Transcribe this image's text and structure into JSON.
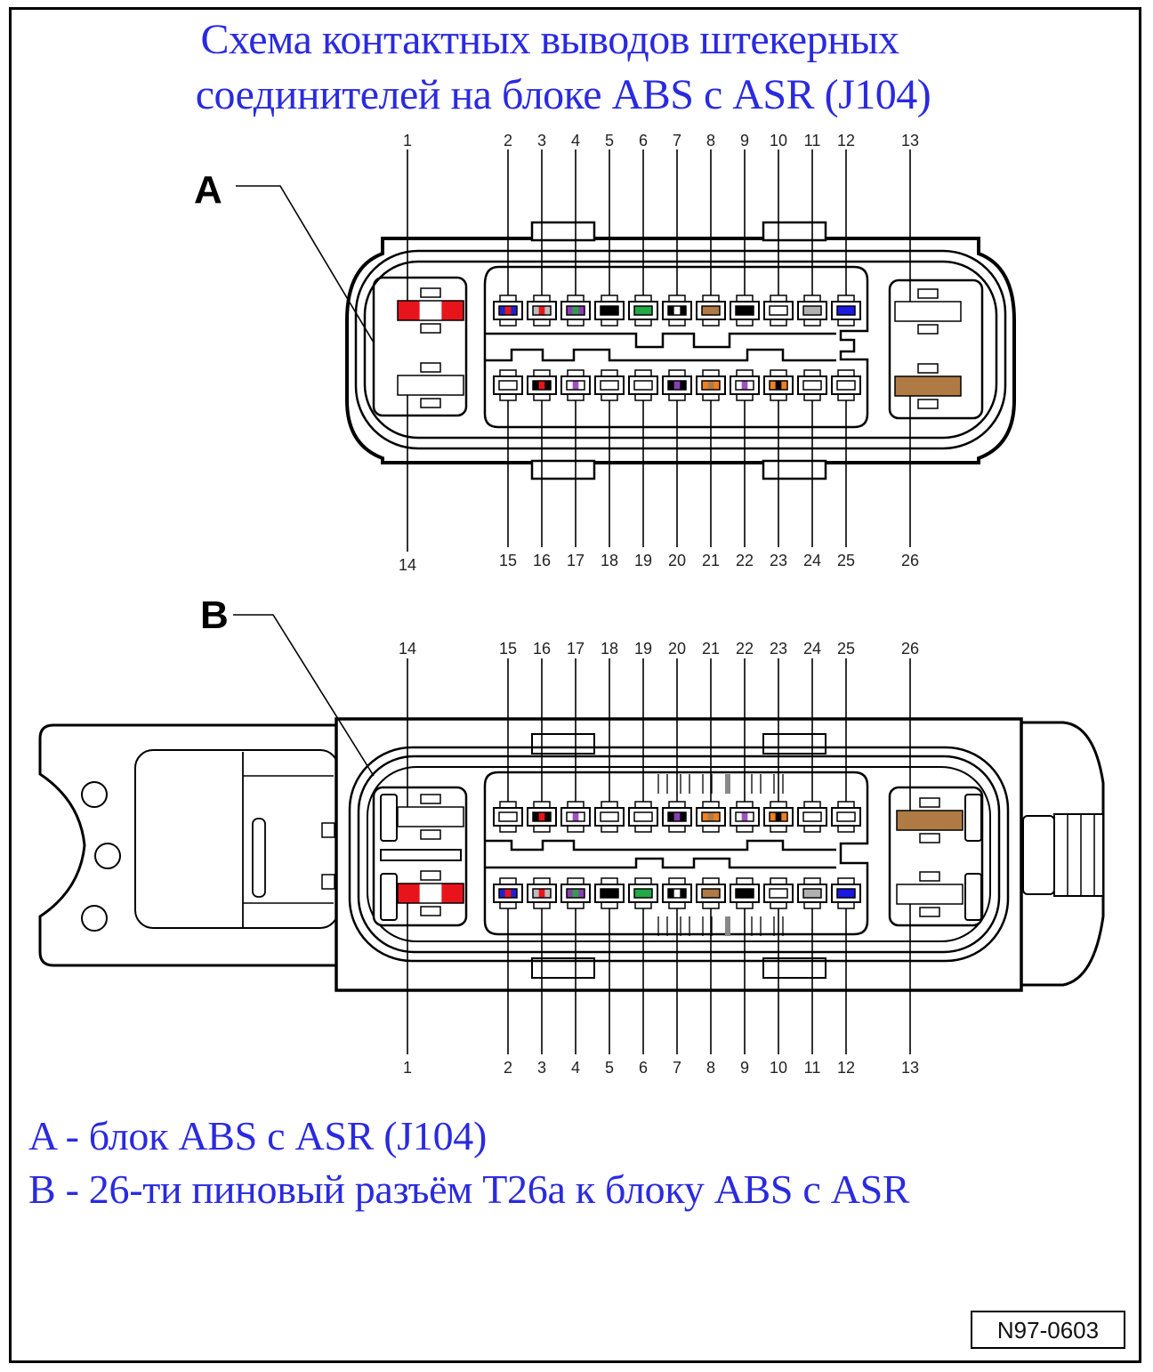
{
  "title": {
    "line1": "Схема контактных выводов штекерных",
    "line2": "соединителей на блоке ABS с ASR (J104)"
  },
  "connector_a": {
    "label": "A",
    "top_pin_labels": [
      "1",
      "2",
      "3",
      "4",
      "5",
      "6",
      "7",
      "8",
      "9",
      "10",
      "11",
      "12",
      "13"
    ],
    "bottom_pin_labels": [
      "14",
      "15",
      "16",
      "17",
      "18",
      "19",
      "20",
      "21",
      "22",
      "23",
      "24",
      "25",
      "26"
    ],
    "pins": {
      "1": {
        "colors": [
          "#e8141c",
          "#ffffff",
          "#e8141c"
        ],
        "type": "large"
      },
      "2": {
        "colors": [
          "#2020d0",
          "#e8141c",
          "#2020d0"
        ]
      },
      "3": {
        "colors": [
          "#bdbdbd",
          "#e8141c",
          "#bdbdbd"
        ]
      },
      "4": {
        "colors": [
          "#8a3fb0",
          "#2ea04a",
          "#8a3fb0"
        ]
      },
      "5": {
        "colors": [
          "#000000"
        ]
      },
      "6": {
        "colors": [
          "#22a844"
        ]
      },
      "7": {
        "colors": [
          "#000000",
          "#ffffff",
          "#000000"
        ]
      },
      "8": {
        "colors": [
          "#b07a45"
        ]
      },
      "9": {
        "colors": [
          "#000000"
        ]
      },
      "10": {
        "colors": [
          "#ffffff"
        ]
      },
      "11": {
        "colors": [
          "#b0b0b0"
        ]
      },
      "12": {
        "colors": [
          "#1a1ae0"
        ]
      },
      "13": {
        "colors": [
          "#ffffff"
        ],
        "type": "large"
      },
      "14": {
        "colors": [
          "#ffffff"
        ],
        "type": "large"
      },
      "15": {
        "colors": [
          "#ffffff"
        ]
      },
      "16": {
        "colors": [
          "#000000",
          "#e8141c",
          "#000000"
        ]
      },
      "17": {
        "colors": [
          "#ffffff",
          "#a050c0",
          "#ffffff"
        ]
      },
      "18": {
        "colors": [
          "#ffffff"
        ]
      },
      "19": {
        "colors": [
          "#ffffff"
        ]
      },
      "20": {
        "colors": [
          "#000000",
          "#8a3fb0",
          "#000000"
        ]
      },
      "21": {
        "colors": [
          "#f08020",
          "#b07a45",
          "#f08020"
        ]
      },
      "22": {
        "colors": [
          "#ffffff",
          "#a050c0",
          "#ffffff"
        ]
      },
      "23": {
        "colors": [
          "#f08020",
          "#000000",
          "#f08020"
        ]
      },
      "24": {
        "colors": [
          "#ffffff"
        ]
      },
      "25": {
        "colors": [
          "#ffffff"
        ]
      },
      "26": {
        "colors": [
          "#b07a45"
        ],
        "type": "large"
      }
    }
  },
  "connector_b": {
    "label": "B",
    "top_pin_labels": [
      "14",
      "15",
      "16",
      "17",
      "18",
      "19",
      "20",
      "21",
      "22",
      "23",
      "24",
      "25",
      "26"
    ],
    "bottom_pin_labels": [
      "1",
      "2",
      "3",
      "4",
      "5",
      "6",
      "7",
      "8",
      "9",
      "10",
      "11",
      "12",
      "13"
    ]
  },
  "legend": {
    "a": "A - блок ABS с ASR (J104)",
    "b": "B - 26-ти пиновый разъём T26a к блоку ABS с ASR"
  },
  "figure_code": "N97-0603",
  "colors": {
    "text_blue": "#2a2ae0",
    "line": "#000000"
  }
}
